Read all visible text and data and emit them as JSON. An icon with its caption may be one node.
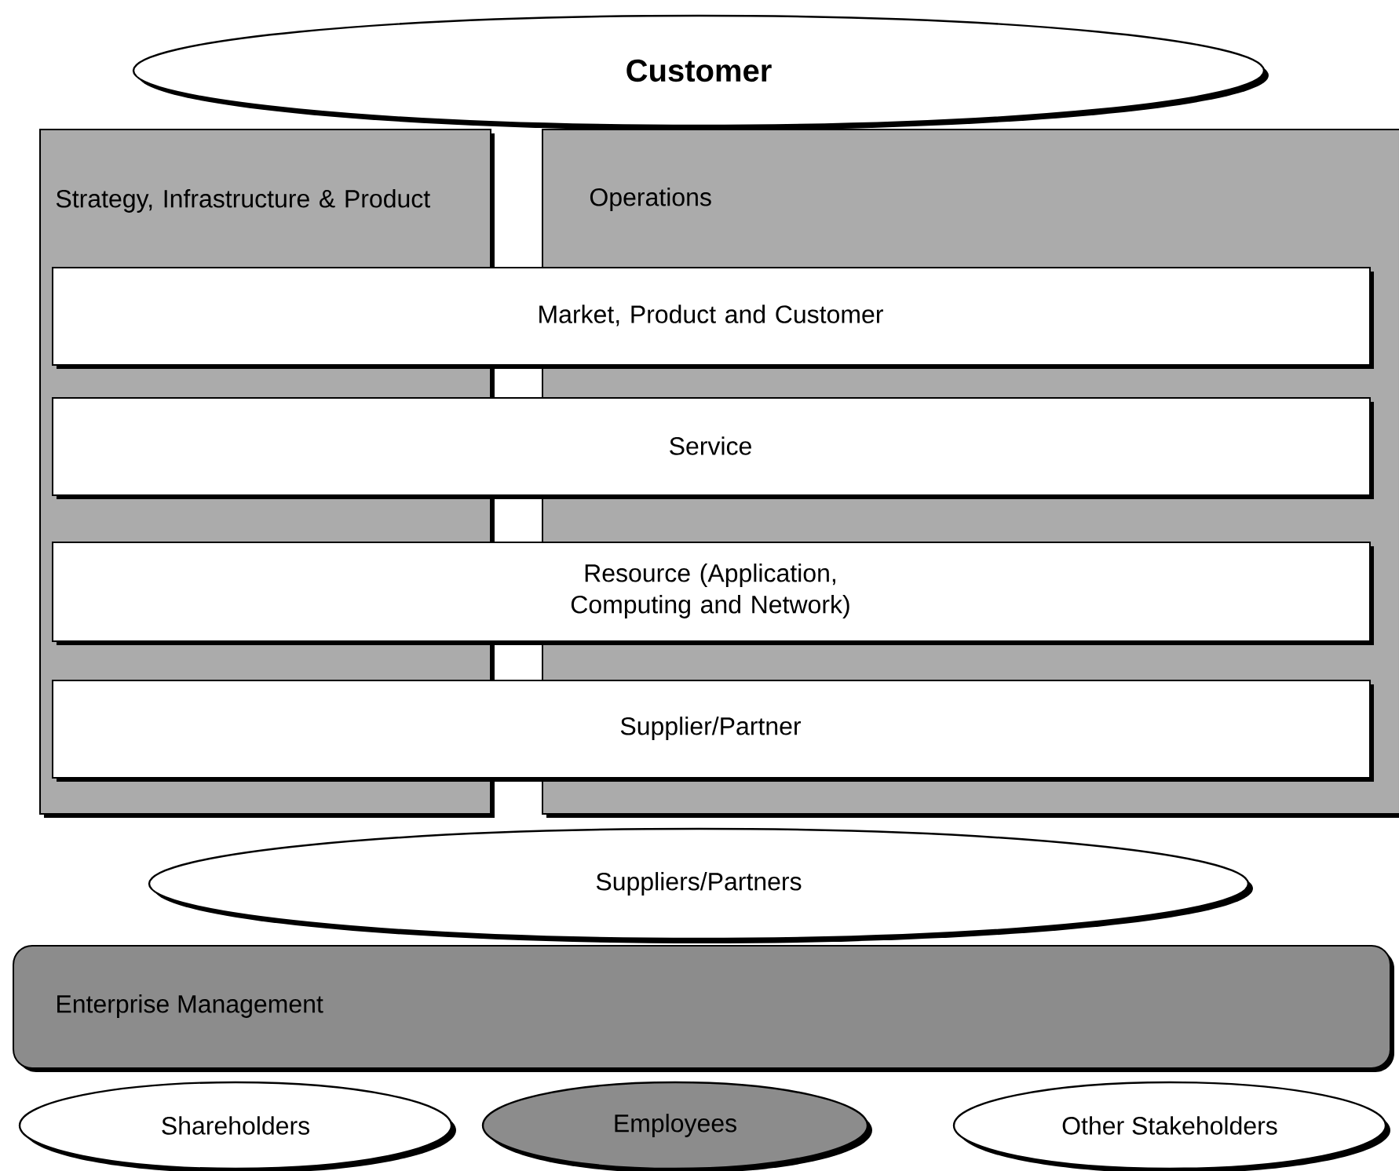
{
  "diagram": {
    "nodes": [
      {
        "text": [
          "Customer"
        ]
      },
      {
        "text": [
          "Strategy, Infrastructure & Product"
        ]
      },
      {
        "text": [
          "Operations"
        ]
      },
      {
        "text": [
          "Market, Product and Customer"
        ]
      },
      {
        "text": [
          "Service"
        ]
      },
      {
        "text": [
          "Resource (Application, Computing and Network)"
        ]
      },
      {
        "text": [
          "Supplier/Partner"
        ]
      },
      {
        "text": [
          "Suppliers/Partners"
        ]
      },
      {
        "text": [
          "Enterprise Management"
        ]
      },
      {
        "text": [
          "Shareholders"
        ]
      },
      {
        "text": [
          "Employees"
        ]
      },
      {
        "text": [
          "Other Stakeholders"
        ]
      }
    ]
  }
}
